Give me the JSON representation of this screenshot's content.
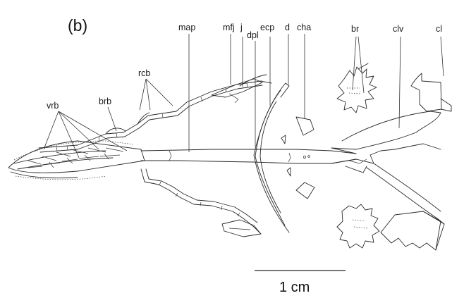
{
  "panel_label": "(b)",
  "labels": {
    "map": "map",
    "mfj": "mfj",
    "j": "j",
    "dpl": "dpl",
    "ecp": "ecp",
    "d": "d",
    "cha": "cha",
    "br": "br",
    "clv": "clv",
    "cl": "cl",
    "rcb": "rcb",
    "brb": "brb",
    "vrb": "vrb"
  },
  "scale_bar": {
    "label": "1 cm"
  }
}
